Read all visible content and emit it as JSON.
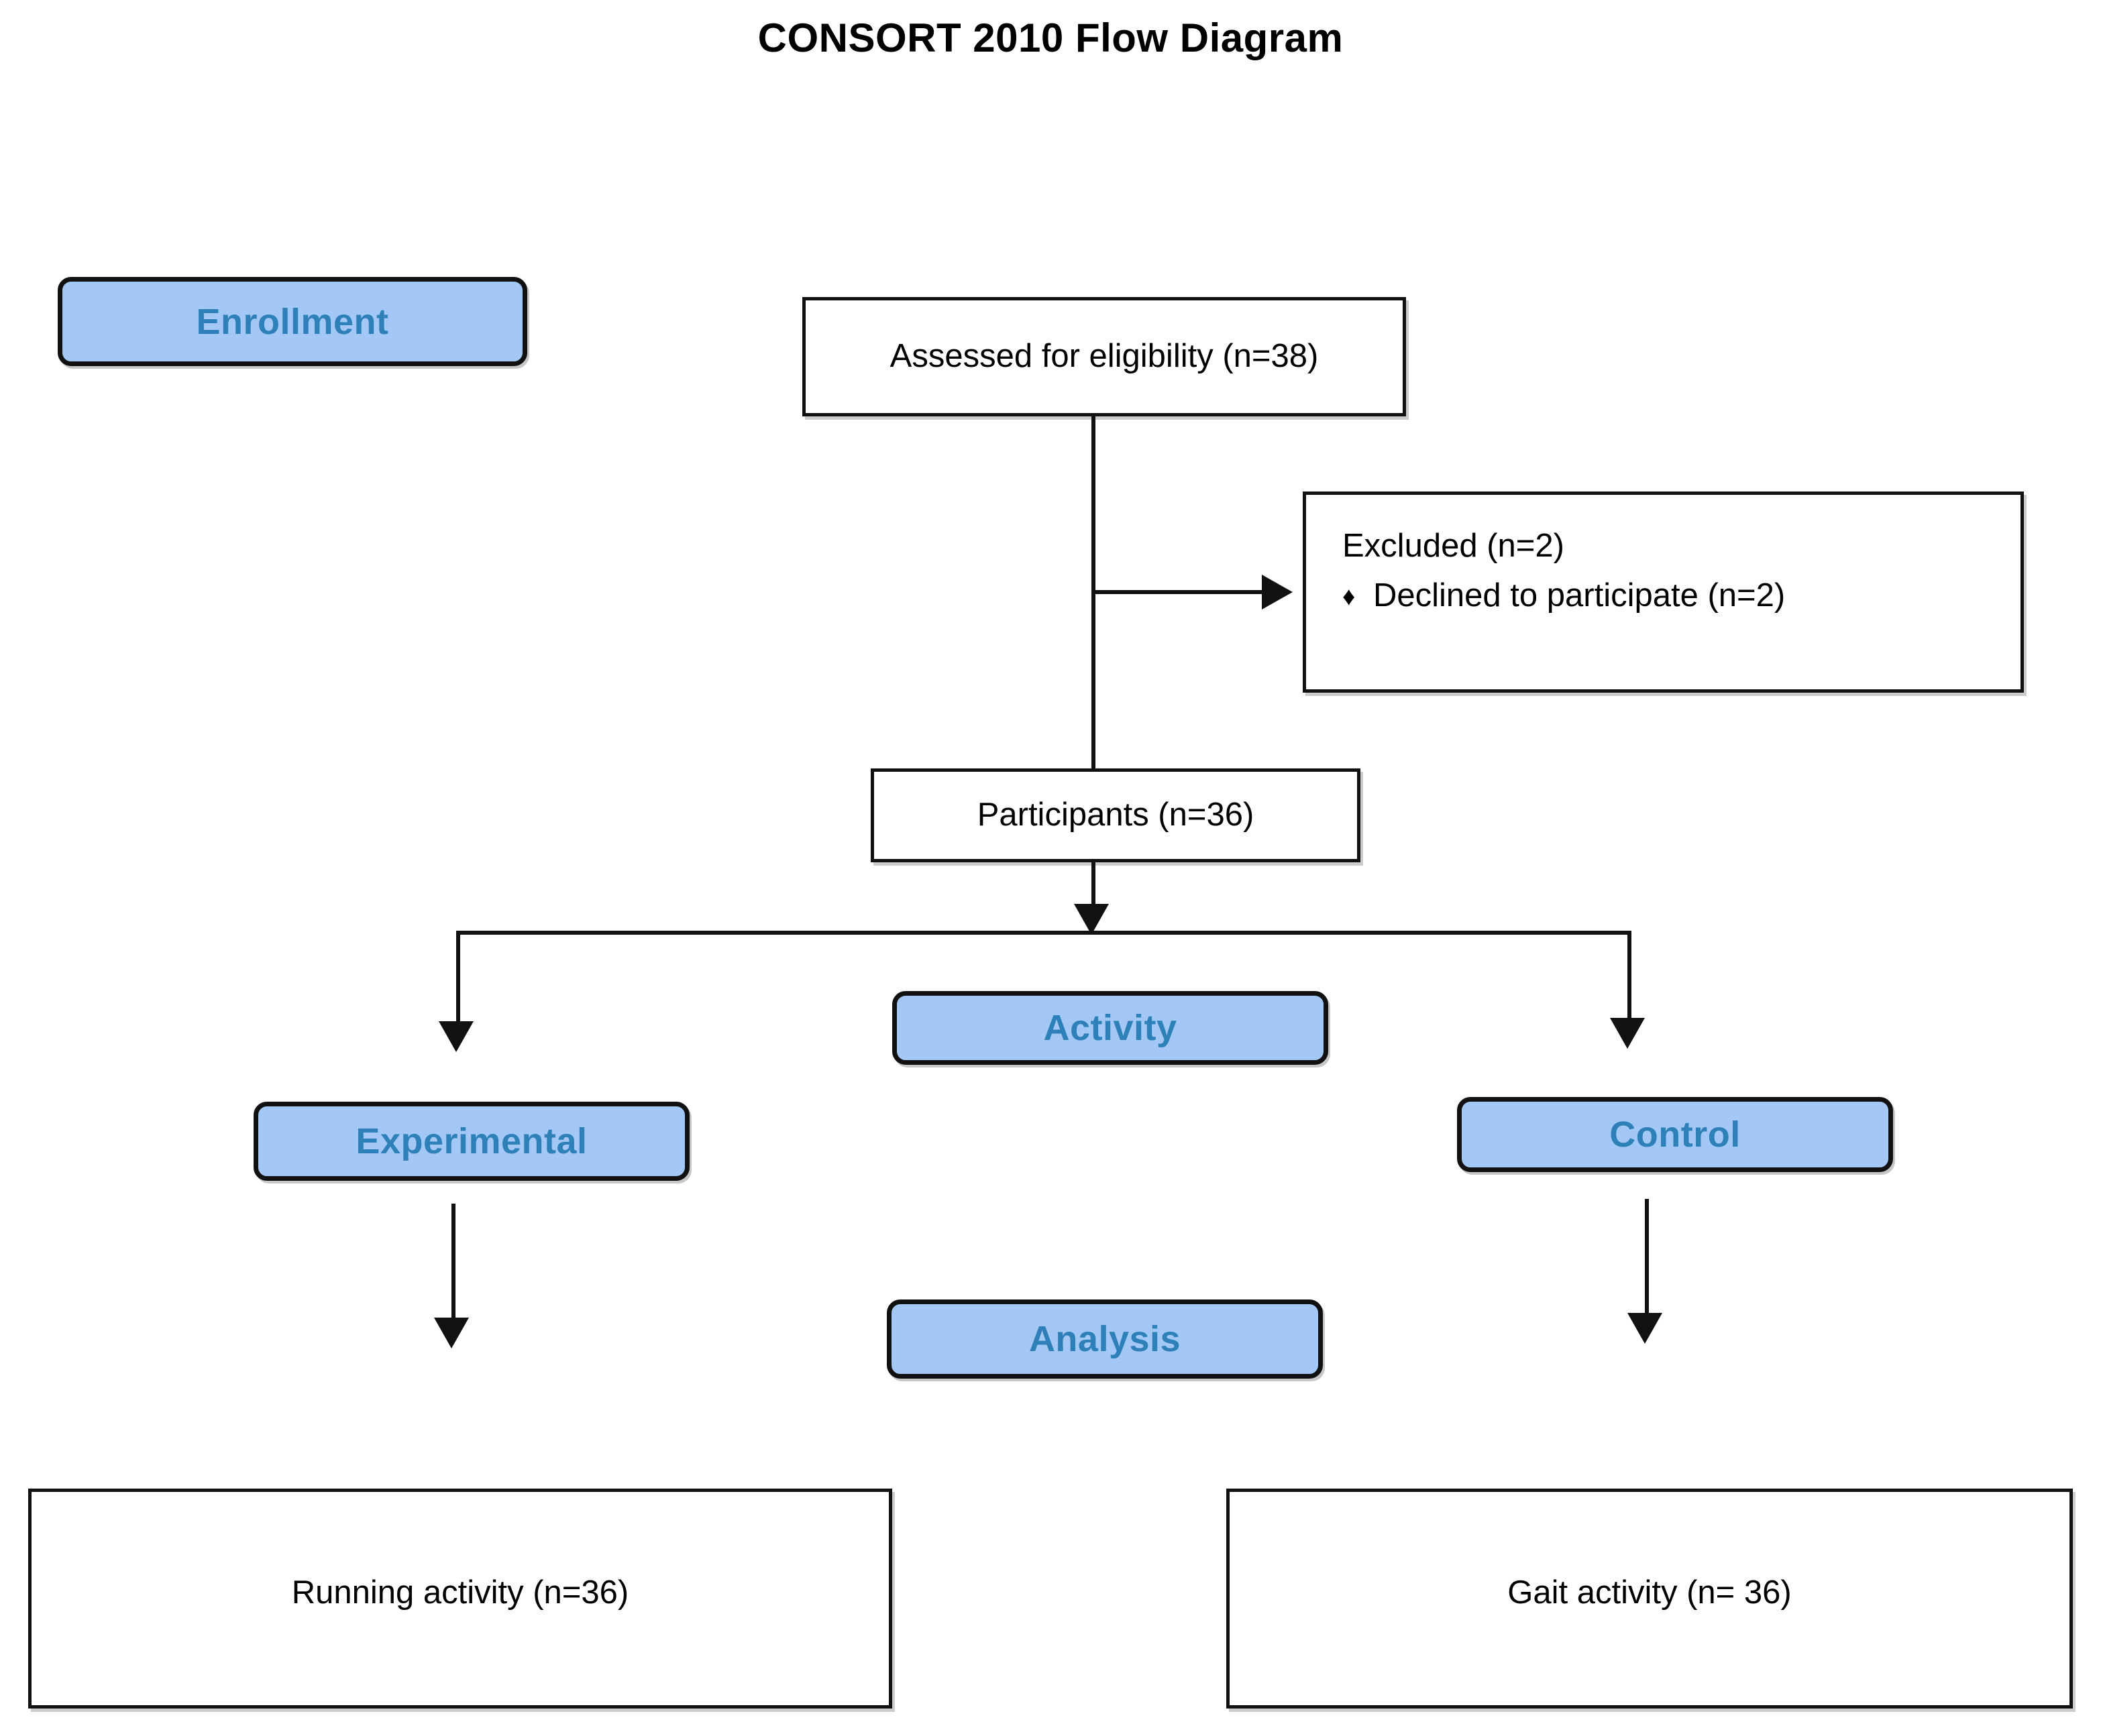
{
  "title": "CONSORT 2010 Flow Diagram",
  "stages": {
    "enrollment": "Enrollment",
    "activity": "Activity",
    "experimental": "Experimental",
    "control": "Control",
    "analysis": "Analysis"
  },
  "boxes": {
    "assessed": "Assessed for eligibility (n=38)",
    "excluded_header": "Excluded (n=2)",
    "excluded_bullet_glyph": "♦",
    "excluded_reason": "Declined to participate (n=2)",
    "participants": "Participants (n=36)",
    "running": "Running activity (n=36)",
    "gait": "Gait activity (n= 36)"
  },
  "colors": {
    "badge_fill": "#A3C8F5",
    "badge_text": "#2E80B8",
    "badge_border": "#111111",
    "box_border": "#111111",
    "page_background": "#FFFFFF",
    "line": "#111111"
  },
  "chart_data": {
    "type": "diagram",
    "title": "CONSORT 2010 Flow Diagram",
    "nodes": [
      {
        "id": "enrollment",
        "label": "Enrollment",
        "kind": "stage-badge"
      },
      {
        "id": "assessed",
        "label": "Assessed for eligibility (n=38)",
        "kind": "box",
        "n": 38
      },
      {
        "id": "excluded",
        "label": "Excluded (n=2)",
        "kind": "box",
        "n": 2,
        "items": [
          {
            "label": "Declined to participate (n=2)",
            "n": 2
          }
        ]
      },
      {
        "id": "participants",
        "label": "Participants (n=36)",
        "kind": "box",
        "n": 36
      },
      {
        "id": "activity",
        "label": "Activity",
        "kind": "stage-badge"
      },
      {
        "id": "experimental",
        "label": "Experimental",
        "kind": "stage-badge"
      },
      {
        "id": "control",
        "label": "Control",
        "kind": "stage-badge"
      },
      {
        "id": "analysis",
        "label": "Analysis",
        "kind": "stage-badge"
      },
      {
        "id": "running",
        "label": "Running activity (n=36)",
        "kind": "box",
        "n": 36
      },
      {
        "id": "gait",
        "label": "Gait activity (n= 36)",
        "kind": "box",
        "n": 36
      }
    ],
    "edges": [
      {
        "from": "assessed",
        "to": "excluded",
        "style": "arrow-right"
      },
      {
        "from": "assessed",
        "to": "participants",
        "style": "arrow-down"
      },
      {
        "from": "participants",
        "to": "experimental",
        "style": "split-arrow-down-left"
      },
      {
        "from": "participants",
        "to": "control",
        "style": "split-arrow-down-right"
      },
      {
        "from": "experimental",
        "to": "running",
        "style": "arrow-down"
      },
      {
        "from": "control",
        "to": "gait",
        "style": "arrow-down"
      }
    ]
  }
}
